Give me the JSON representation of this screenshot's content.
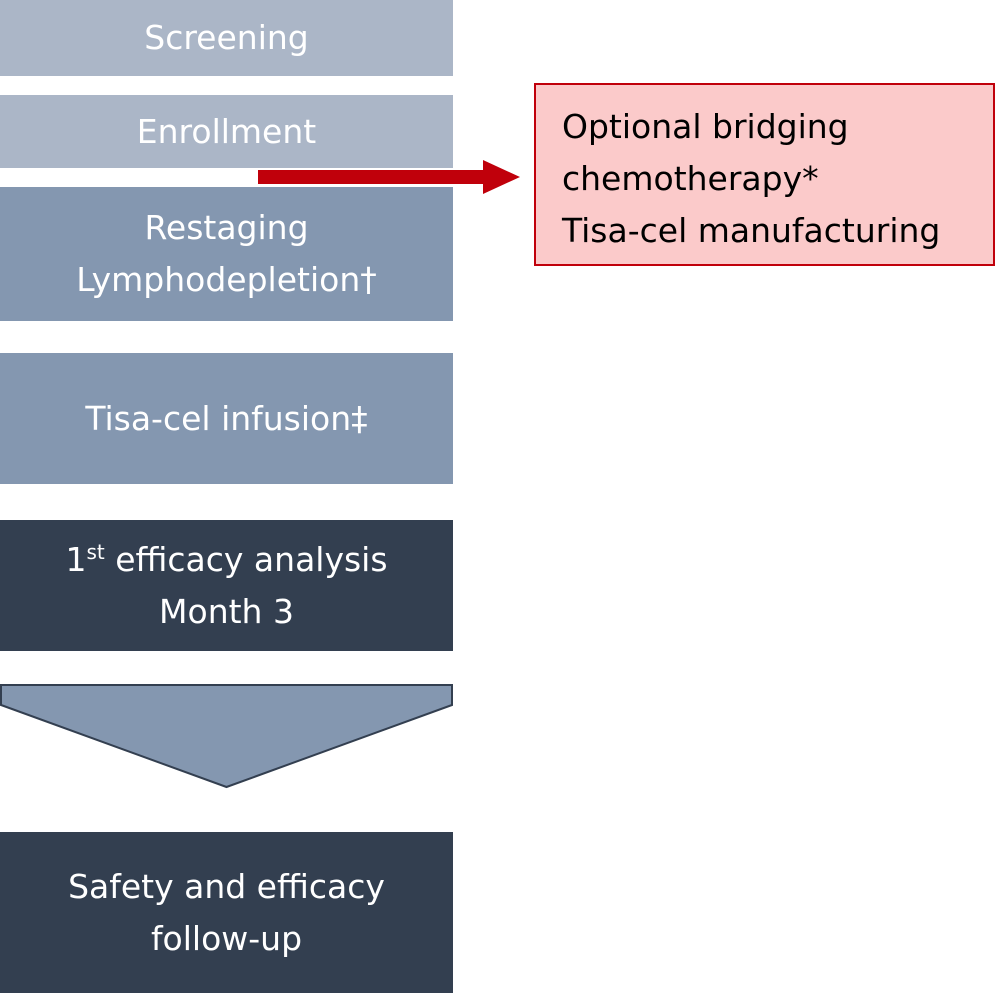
{
  "steps": {
    "screening": "Screening",
    "enrollment": "Enrollment",
    "restaging": {
      "line1": "Restaging",
      "line2": "Lymphodepletion†"
    },
    "infusion": "Tisa-cel infusion‡",
    "efficacy": {
      "ordinal": "1",
      "ordinal_suffix": "st",
      "line1_rest": " efficacy analysis",
      "line2": "Month 3"
    },
    "followup": {
      "line1": "Safety and efficacy",
      "line2": "follow-up"
    }
  },
  "callout": {
    "line1": "Optional bridging",
    "line2": "chemotherapy*",
    "line3": "Tisa-cel manufacturing"
  },
  "colors": {
    "light_step": "#abb6c7",
    "mid_step": "#8497b0",
    "dark_step": "#333f50",
    "arrow": "#c0000b",
    "callout_fill": "#fbcaca",
    "callout_border": "#c0000b"
  }
}
